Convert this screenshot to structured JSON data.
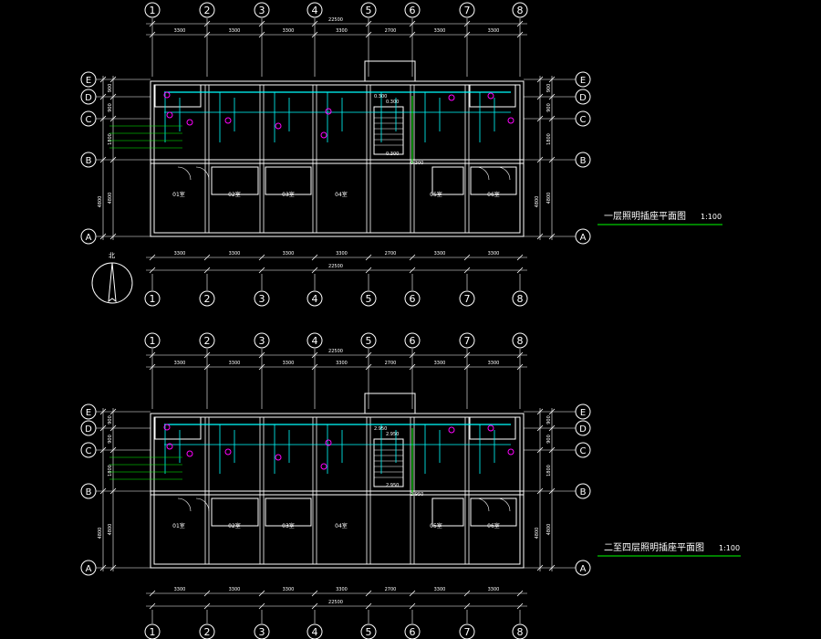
{
  "colors": {
    "background": "#000000",
    "wall": "#ffffff",
    "grid": "#ffffff",
    "dimension": "#ffffff",
    "wiring": "#00ffff",
    "fixture": "#ff00ff",
    "annotation": "#00ff00",
    "title_underline": "#00ff00"
  },
  "grid_axes": {
    "columns": [
      "1",
      "2",
      "3",
      "4",
      "5",
      "6",
      "7",
      "8"
    ],
    "rows_bottom_to_top": [
      "A",
      "B",
      "C",
      "D",
      "E"
    ]
  },
  "dimensions": {
    "total": "22500",
    "spans": [
      "3300",
      "3300",
      "3300",
      "3300",
      "2700",
      "3300",
      "3300"
    ],
    "left_right_segments": [
      "4800",
      "4800",
      "1800",
      "900",
      "900"
    ]
  },
  "plans": [
    {
      "title": "一层照明插座平面图",
      "scale": "1:100",
      "rooms": [
        "01室",
        "02室",
        "03室",
        "04室",
        "05室",
        "06室"
      ],
      "labels": [
        "0.300",
        "0.300",
        "0.300",
        "0.300"
      ]
    },
    {
      "title": "二至四层照明插座平面图",
      "scale": "1:100",
      "rooms": [
        "01室",
        "02室",
        "03室",
        "04室",
        "05室",
        "06室"
      ],
      "labels": [
        "2.950",
        "2.950",
        "2.950",
        "2.950"
      ]
    }
  ],
  "north_arrow": {
    "label": "北"
  }
}
